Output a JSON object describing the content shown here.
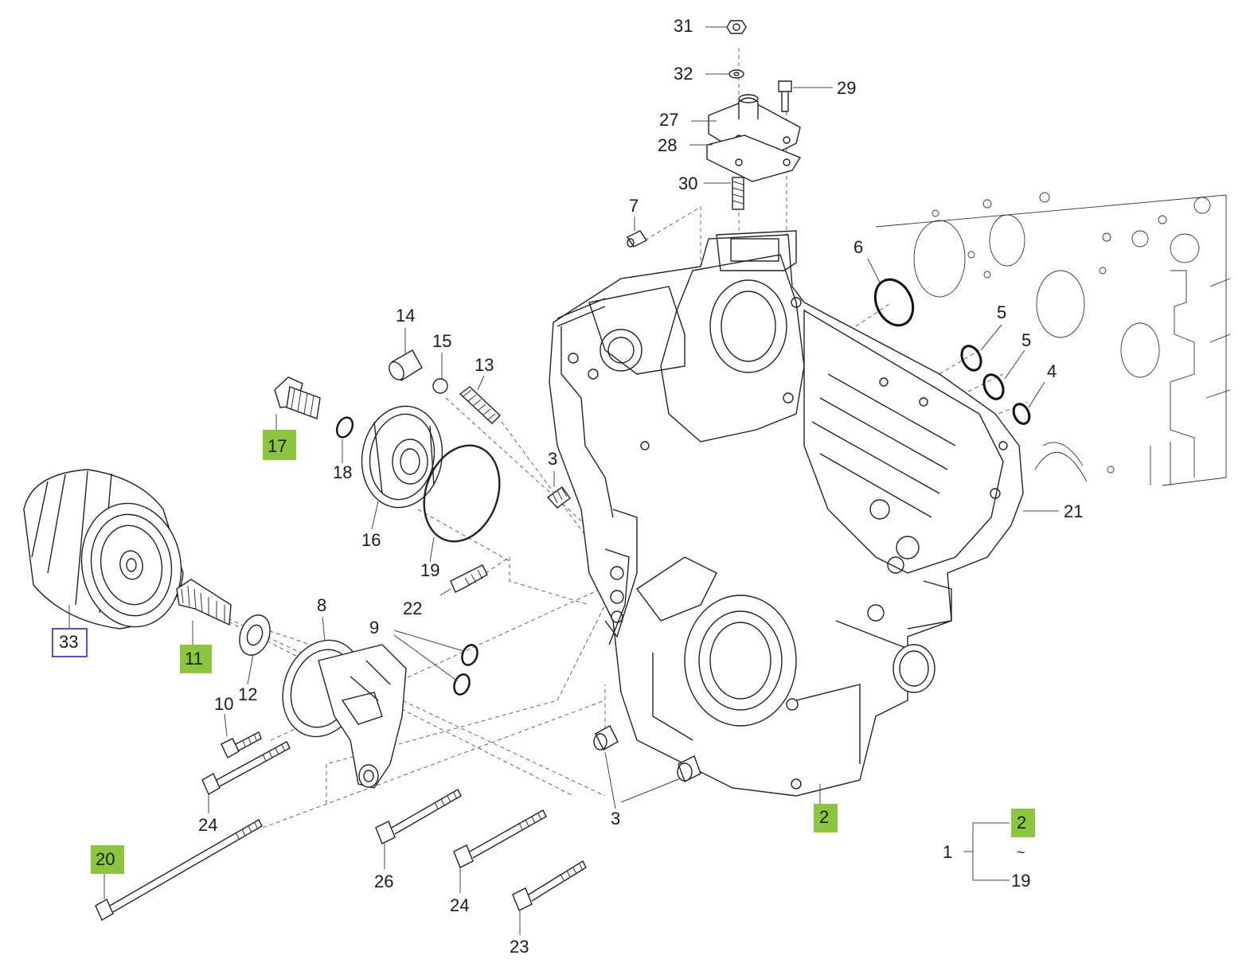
{
  "colors": {
    "highlight": "#8cc63f",
    "selected_border": "#4a55e0",
    "line": "#222222",
    "background": "#ffffff"
  },
  "callouts": {
    "c31": "31",
    "c32": "32",
    "c29": "29",
    "c27": "27",
    "c28": "28",
    "c30": "30",
    "c7": "7",
    "c6": "6",
    "c5a": "5",
    "c5b": "5",
    "c4": "4",
    "c14": "14",
    "c15": "15",
    "c13": "13",
    "c17": "17",
    "c18": "18",
    "c16": "16",
    "c19": "19",
    "c3a": "3",
    "c21": "21",
    "c22": "22",
    "c33": "33",
    "c11": "11",
    "c12": "12",
    "c8": "8",
    "c9": "9",
    "c10": "10",
    "c24a": "24",
    "c3b": "3",
    "c2": "2",
    "c20": "20",
    "c26": "26",
    "c24b": "24",
    "c23": "23"
  },
  "legend": {
    "assembly": "1",
    "range_start": "2",
    "range_sep": "~",
    "range_end": "19"
  }
}
